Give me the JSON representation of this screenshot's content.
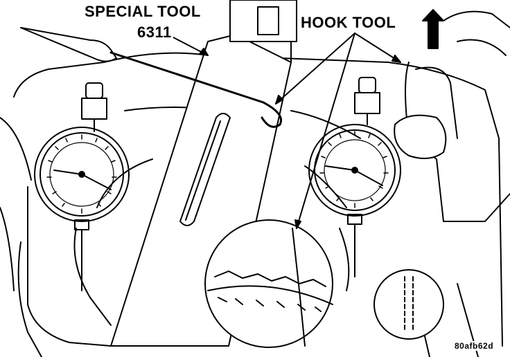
{
  "figure": {
    "labels": {
      "special_tool": "SPECIAL TOOL",
      "special_tool_number": "6311",
      "hook_tool": "HOOK TOOL",
      "figure_code": "80afb62d"
    },
    "colors": {
      "line": "#000000",
      "background": "#ffffff"
    },
    "icons": [
      "dial-indicator",
      "hand",
      "screwdriver",
      "up-arrow"
    ]
  }
}
